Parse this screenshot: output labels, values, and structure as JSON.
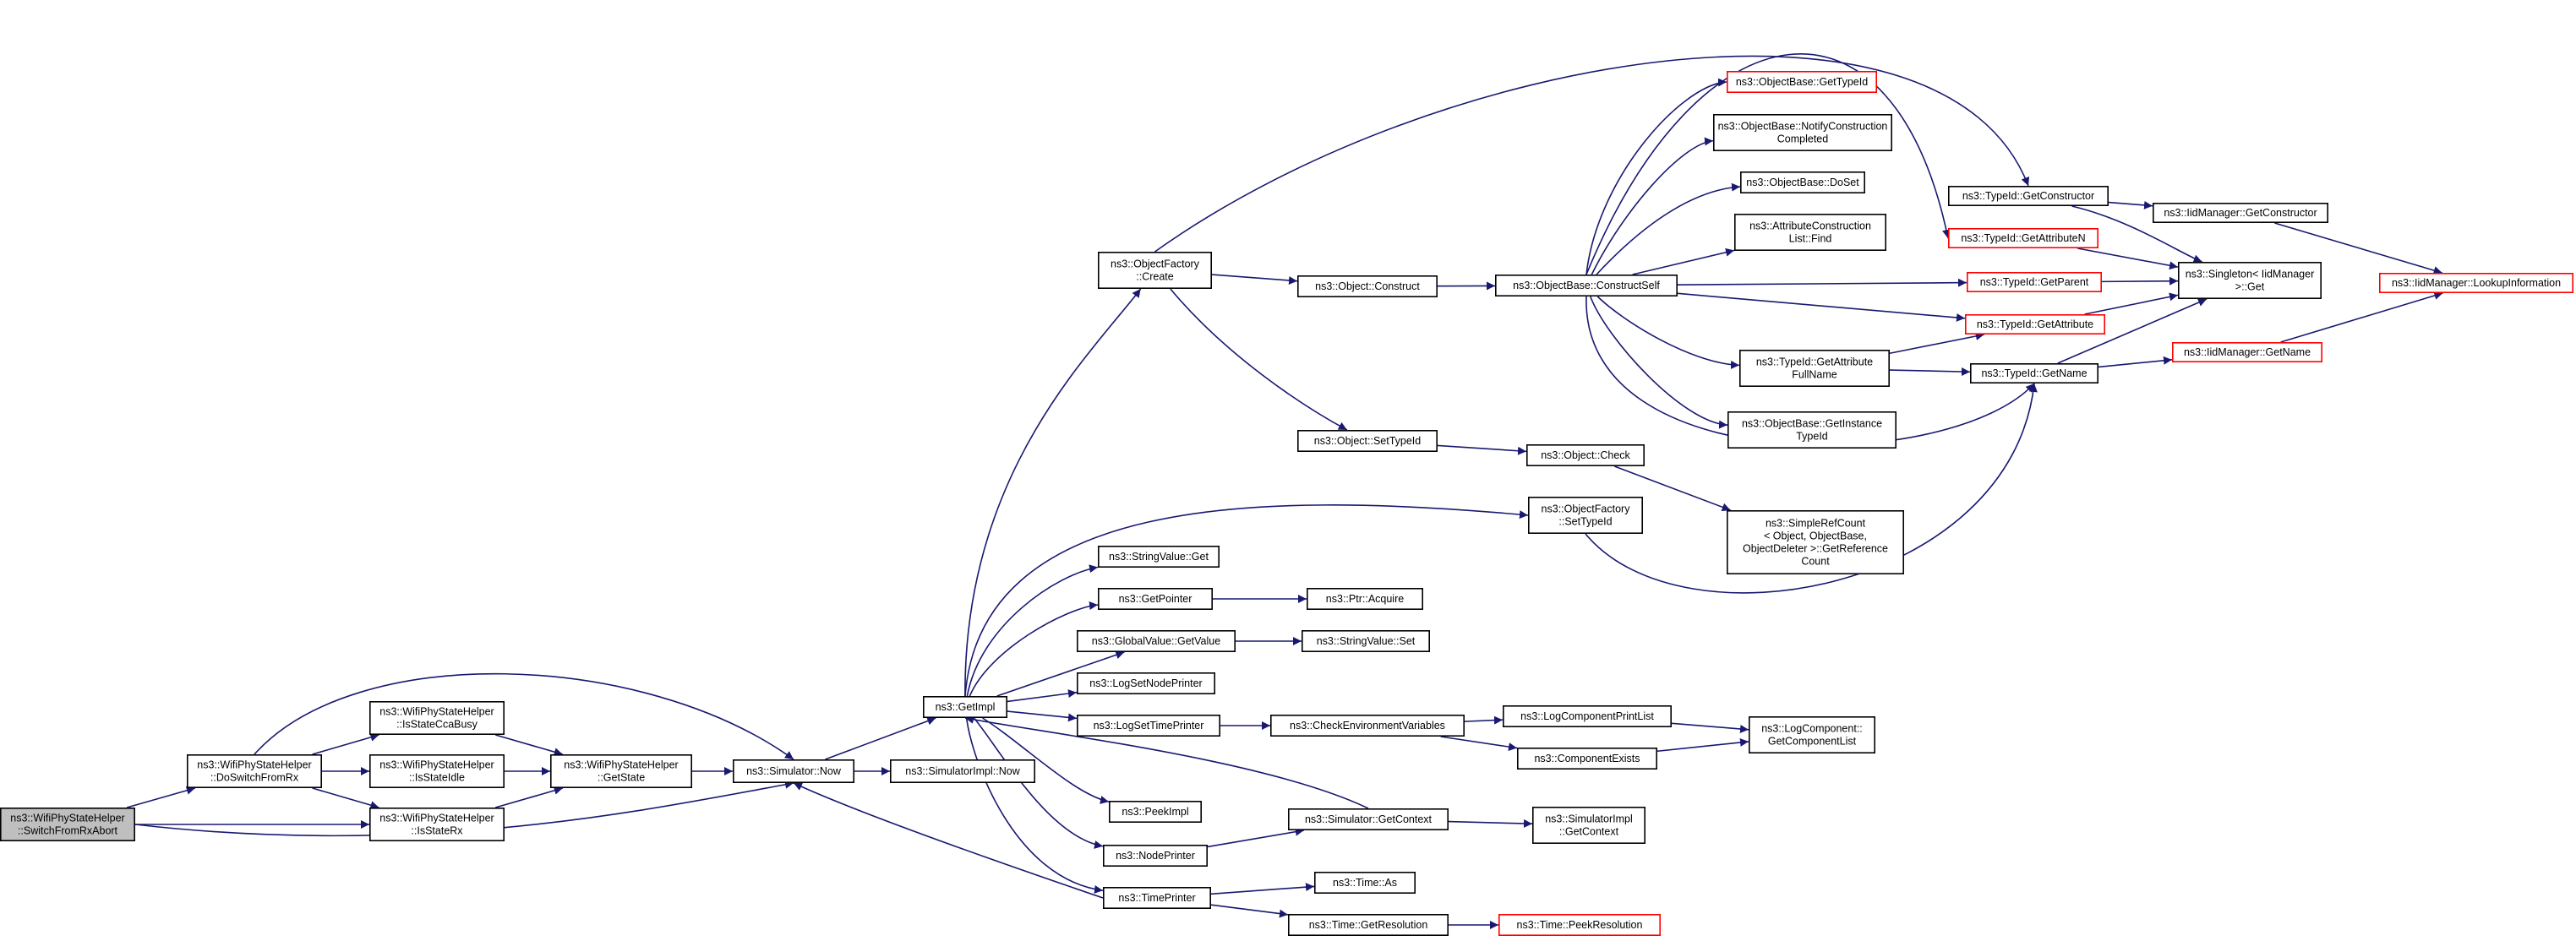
{
  "graph": {
    "colors": {
      "edge": "#191970",
      "node_border": "#000000",
      "truncated_border": "#ff0000",
      "root_fill": "#bfbfbf",
      "node_fill": "#ffffff"
    },
    "nodes": {
      "root": {
        "lines": [
          "ns3::WifiPhyStateHelper",
          "::SwitchFromRxAbort"
        ]
      },
      "doswitch": {
        "lines": [
          "ns3::WifiPhyStateHelper",
          "::DoSwitchFromRx"
        ]
      },
      "ccabusy": {
        "lines": [
          "ns3::WifiPhyStateHelper",
          "::IsStateCcaBusy"
        ]
      },
      "idle": {
        "lines": [
          "ns3::WifiPhyStateHelper",
          "::IsStateIdle"
        ]
      },
      "isrx": {
        "lines": [
          "ns3::WifiPhyStateHelper",
          "::IsStateRx"
        ]
      },
      "getstate": {
        "lines": [
          "ns3::WifiPhyStateHelper",
          "::GetState"
        ]
      },
      "simnow": {
        "lines": [
          "ns3::Simulator::Now"
        ]
      },
      "getimpl": {
        "lines": [
          "ns3::GetImpl"
        ]
      },
      "simimplnow": {
        "lines": [
          "ns3::SimulatorImpl::Now"
        ]
      },
      "ofcreate": {
        "lines": [
          "ns3::ObjectFactory",
          "::Create"
        ]
      },
      "strget": {
        "lines": [
          "ns3::StringValue::Get"
        ]
      },
      "getpointer": {
        "lines": [
          "ns3::GetPointer"
        ]
      },
      "gvget": {
        "lines": [
          "ns3::GlobalValue::GetValue"
        ]
      },
      "lognode": {
        "lines": [
          "ns3::LogSetNodePrinter"
        ]
      },
      "logtime": {
        "lines": [
          "ns3::LogSetTimePrinter"
        ]
      },
      "peekimpl": {
        "lines": [
          "ns3::PeekImpl"
        ]
      },
      "nodeprinter": {
        "lines": [
          "ns3::NodePrinter"
        ]
      },
      "timeprinter": {
        "lines": [
          "ns3::TimePrinter"
        ]
      },
      "objconstruct": {
        "lines": [
          "ns3::Object::Construct"
        ]
      },
      "objsettypeid": {
        "lines": [
          "ns3::Object::SetTypeId"
        ]
      },
      "ptracquire": {
        "lines": [
          "ns3::Ptr::Acquire"
        ]
      },
      "strset": {
        "lines": [
          "ns3::StringValue::Set"
        ]
      },
      "checkenv": {
        "lines": [
          "ns3::CheckEnvironmentVariables"
        ]
      },
      "simgetctx": {
        "lines": [
          "ns3::Simulator::GetContext"
        ]
      },
      "timeas": {
        "lines": [
          "ns3::Time::As"
        ]
      },
      "timegetres": {
        "lines": [
          "ns3::Time::GetResolution"
        ]
      },
      "constructself": {
        "lines": [
          "ns3::ObjectBase::ConstructSelf"
        ]
      },
      "objcheck": {
        "lines": [
          "ns3::Object::Check"
        ]
      },
      "ofsettypeid": {
        "lines": [
          "ns3::ObjectFactory",
          "::SetTypeId"
        ]
      },
      "logcomplist": {
        "lines": [
          "ns3::LogComponentPrintList"
        ]
      },
      "compexists": {
        "lines": [
          "ns3::ComponentExists"
        ]
      },
      "simimplctx": {
        "lines": [
          "ns3::SimulatorImpl",
          "::GetContext"
        ]
      },
      "peekres": {
        "lines": [
          "ns3::Time::PeekResolution"
        ]
      },
      "obgettypeid": {
        "lines": [
          "ns3::ObjectBase::GetTypeId"
        ]
      },
      "obnotify": {
        "lines": [
          "ns3::ObjectBase::NotifyConstruction",
          "Completed"
        ]
      },
      "obdoset": {
        "lines": [
          "ns3::ObjectBase::DoSet"
        ]
      },
      "acfind": {
        "lines": [
          "ns3::AttributeConstruction",
          "List::Find"
        ]
      },
      "tgetattrfull": {
        "lines": [
          "ns3::TypeId::GetAttribute",
          "FullName"
        ]
      },
      "obgetinst": {
        "lines": [
          "ns3::ObjectBase::GetInstance",
          "TypeId"
        ]
      },
      "simplerefcount": {
        "lines": [
          "ns3::SimpleRefCount",
          "< Object, ObjectBase,",
          "ObjectDeleter >::GetReference",
          "Count"
        ]
      },
      "getcomplist": {
        "lines": [
          "ns3::LogComponent::",
          "GetComponentList"
        ]
      },
      "tgetconstructor": {
        "lines": [
          "ns3::TypeId::GetConstructor"
        ]
      },
      "tgetattrn": {
        "lines": [
          "ns3::TypeId::GetAttributeN"
        ]
      },
      "tgetparent": {
        "lines": [
          "ns3::TypeId::GetParent"
        ]
      },
      "tgetattr": {
        "lines": [
          "ns3::TypeId::GetAttribute"
        ]
      },
      "tgetname": {
        "lines": [
          "ns3::TypeId::GetName"
        ]
      },
      "iidgetctor": {
        "lines": [
          "ns3::IidManager::GetConstructor"
        ]
      },
      "singleton": {
        "lines": [
          "ns3::Singleton< IidManager",
          " >::Get"
        ]
      },
      "iidgetname": {
        "lines": [
          "ns3::IidManager::GetName"
        ]
      },
      "lookupinfo": {
        "lines": [
          "ns3::IidManager::LookupInformation"
        ]
      }
    },
    "truncated": [
      "obgettypeid",
      "tgetattrn",
      "tgetparent",
      "tgetattr",
      "iidgetname",
      "lookupinfo",
      "peekres"
    ],
    "edges": [
      [
        "root",
        "doswitch"
      ],
      [
        "root",
        "isrx"
      ],
      [
        "root",
        "simnow"
      ],
      [
        "doswitch",
        "ccabusy"
      ],
      [
        "doswitch",
        "idle"
      ],
      [
        "doswitch",
        "isrx"
      ],
      [
        "doswitch",
        "simnow"
      ],
      [
        "ccabusy",
        "getstate"
      ],
      [
        "idle",
        "getstate"
      ],
      [
        "isrx",
        "getstate"
      ],
      [
        "getstate",
        "simnow"
      ],
      [
        "simnow",
        "getimpl"
      ],
      [
        "simnow",
        "simimplnow"
      ],
      [
        "getimpl",
        "ofcreate"
      ],
      [
        "getimpl",
        "strget"
      ],
      [
        "getimpl",
        "getpointer"
      ],
      [
        "getimpl",
        "gvget"
      ],
      [
        "getimpl",
        "lognode"
      ],
      [
        "getimpl",
        "logtime"
      ],
      [
        "getimpl",
        "peekimpl"
      ],
      [
        "getimpl",
        "nodeprinter"
      ],
      [
        "getimpl",
        "timeprinter"
      ],
      [
        "getimpl",
        "ofsettypeid"
      ],
      [
        "ofcreate",
        "objconstruct"
      ],
      [
        "ofcreate",
        "objsettypeid"
      ],
      [
        "ofcreate",
        "tgetconstructor"
      ],
      [
        "getpointer",
        "ptracquire"
      ],
      [
        "gvget",
        "strset"
      ],
      [
        "logtime",
        "checkenv"
      ],
      [
        "nodeprinter",
        "simgetctx"
      ],
      [
        "simgetctx",
        "getimpl"
      ],
      [
        "simgetctx",
        "simimplctx"
      ],
      [
        "timeprinter",
        "simnow"
      ],
      [
        "timeprinter",
        "timeas"
      ],
      [
        "timeprinter",
        "timegetres"
      ],
      [
        "timegetres",
        "peekres"
      ],
      [
        "checkenv",
        "logcomplist"
      ],
      [
        "checkenv",
        "compexists"
      ],
      [
        "logcomplist",
        "getcomplist"
      ],
      [
        "compexists",
        "getcomplist"
      ],
      [
        "objconstruct",
        "constructself"
      ],
      [
        "objsettypeid",
        "objcheck"
      ],
      [
        "objcheck",
        "simplerefcount"
      ],
      [
        "ofsettypeid",
        "tgetname"
      ],
      [
        "constructself",
        "obgettypeid"
      ],
      [
        "constructself",
        "obnotify"
      ],
      [
        "constructself",
        "obdoset"
      ],
      [
        "constructself",
        "acfind"
      ],
      [
        "constructself",
        "tgetattrfull"
      ],
      [
        "constructself",
        "obgetinst"
      ],
      [
        "constructself",
        "tgetattrn"
      ],
      [
        "constructself",
        "tgetparent"
      ],
      [
        "constructself",
        "tgetattr"
      ],
      [
        "constructself",
        "tgetname"
      ],
      [
        "tgetattrfull",
        "tgetattr"
      ],
      [
        "tgetattrfull",
        "tgetname"
      ],
      [
        "tgetconstructor",
        "iidgetctor"
      ],
      [
        "tgetconstructor",
        "singleton"
      ],
      [
        "tgetattrn",
        "singleton"
      ],
      [
        "tgetparent",
        "singleton"
      ],
      [
        "tgetattr",
        "singleton"
      ],
      [
        "tgetname",
        "singleton"
      ],
      [
        "tgetname",
        "iidgetname"
      ],
      [
        "iidgetctor",
        "lookupinfo"
      ],
      [
        "iidgetname",
        "lookupinfo"
      ]
    ]
  }
}
